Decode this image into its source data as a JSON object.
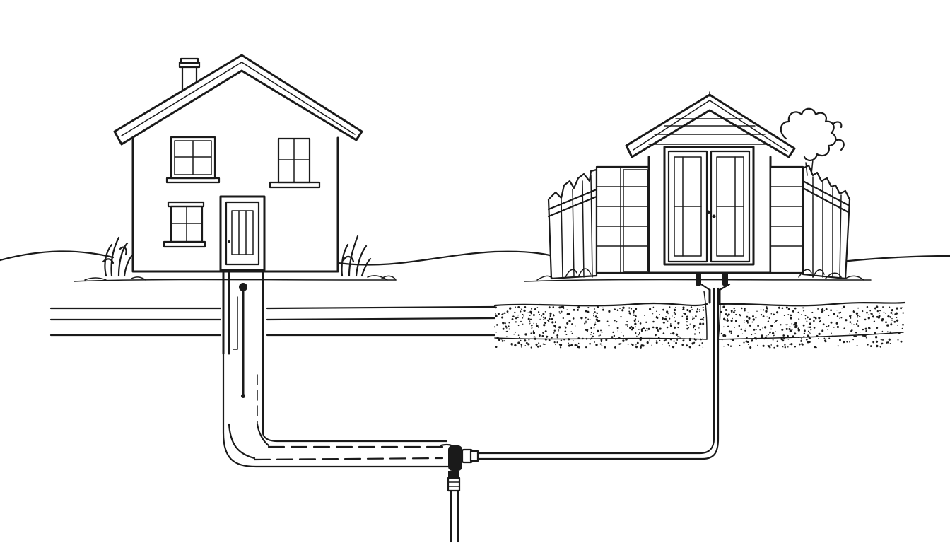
{
  "diagram": {
    "type": "line-art-illustration",
    "subject": "house-to-shed-underground-line",
    "colors": {
      "ink": "#1a1a1a",
      "background": "#ffffff"
    },
    "elements": [
      "house",
      "chimney",
      "house-windows",
      "house-door",
      "shrubs",
      "shed",
      "shed-double-doors",
      "wooden-fence",
      "tree-foliage",
      "ground-line",
      "soil-layer",
      "gravel-trench",
      "house-conduit",
      "shed-conduit",
      "tee-junction",
      "vertical-drop-pipe"
    ]
  }
}
